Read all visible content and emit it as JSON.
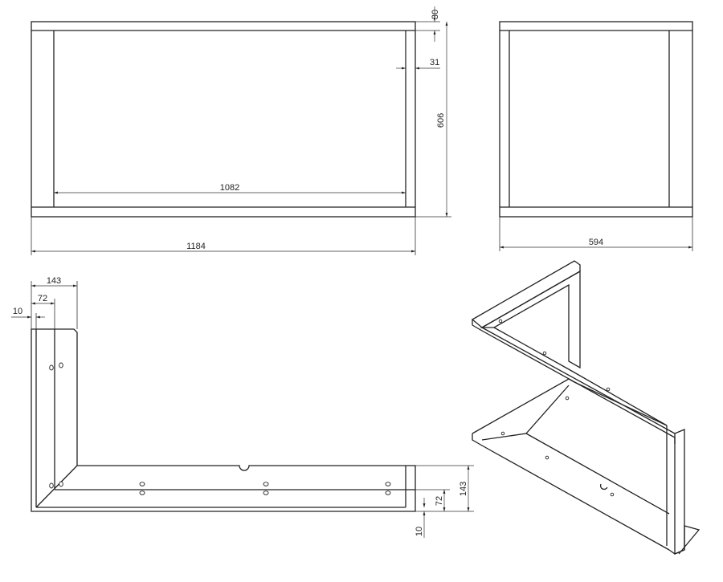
{
  "front_view": {
    "dim_top_band": "30",
    "dim_side_band": "31",
    "dim_height": "606",
    "dim_inner_width": "1082",
    "dim_outer_width": "1184"
  },
  "side_view": {
    "dim_depth": "594"
  },
  "profile_view": {
    "dim_flange_top": "143",
    "dim_fold_top": "72",
    "dim_lip_top": "10",
    "dim_flange_right": "143",
    "dim_fold_right": "72",
    "dim_lip_right": "10"
  },
  "colors": {
    "line": "#222222",
    "background": "#ffffff"
  }
}
